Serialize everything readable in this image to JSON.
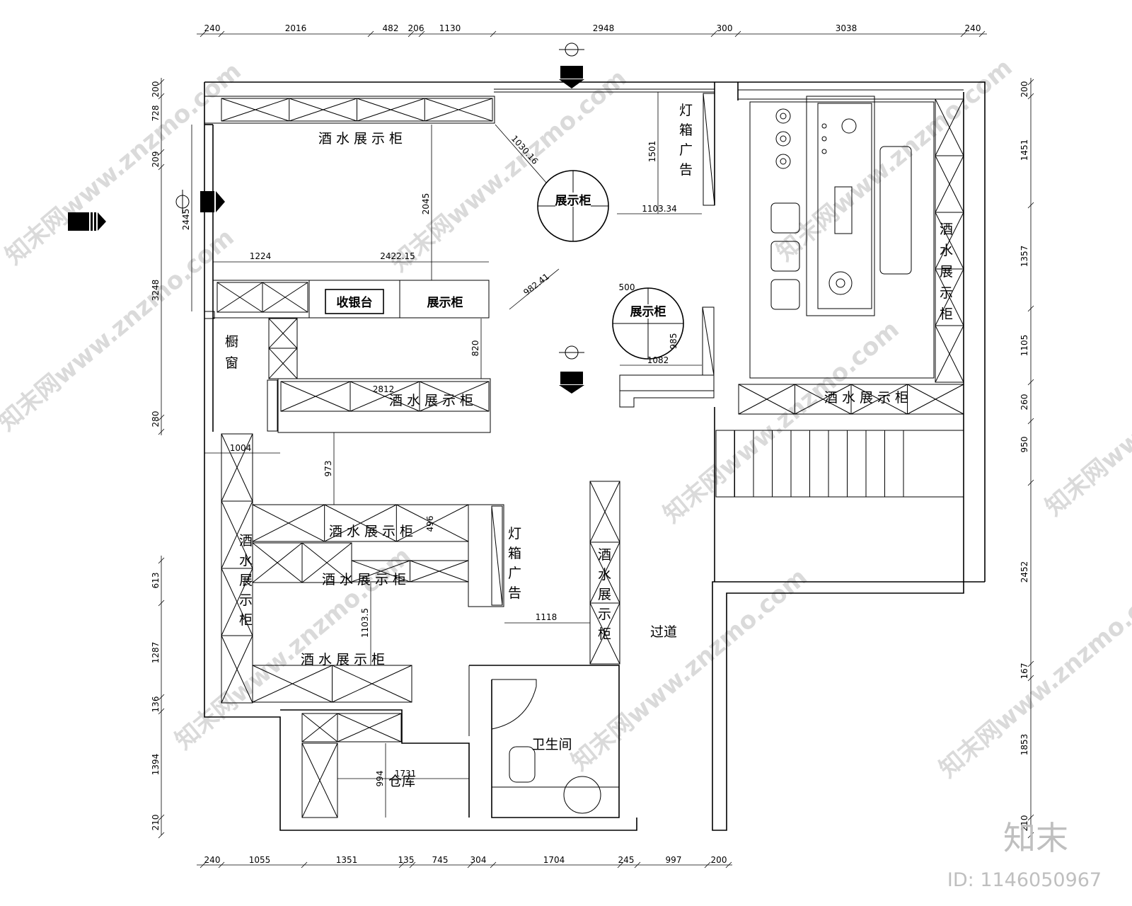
{
  "dims": {
    "top": [
      "240",
      "2016",
      "482",
      "206",
      "1130",
      "2948",
      "300",
      "3038",
      "240"
    ],
    "bottom": [
      "240",
      "1055",
      "1351",
      "135",
      "745",
      "304",
      "1704",
      "245",
      "997",
      "200"
    ],
    "left": [
      "200",
      "728",
      "209",
      "3248",
      "280",
      "613",
      "1287",
      "136",
      "1394",
      "210"
    ],
    "right": [
      "200",
      "1451",
      "1357",
      "1105",
      "260",
      "950",
      "2452",
      "167",
      "1853",
      "210"
    ]
  },
  "internal_dims": [
    "1030.16",
    "2045",
    "1224",
    "2422.15",
    "982.41",
    "1103.34",
    "1501",
    "500",
    "985",
    "1082",
    "820",
    "2812",
    "1004",
    "973",
    "496",
    "1103.5",
    "1118",
    "1731",
    "994",
    "2445"
  ],
  "labels": {
    "wine_display": "酒水展示柜",
    "display_cabinet": "展示柜",
    "cashier": "收银台",
    "lightbox_ad": "灯箱广告",
    "shop_window": "橱窗",
    "corridor": "过道",
    "restroom": "卫生间",
    "storage": "仓库",
    "small_lightbox": "灯箱广告"
  },
  "watermark": {
    "site": "知末网www.znzmo.com",
    "logo": "知末",
    "id": "ID: 1146050967"
  }
}
